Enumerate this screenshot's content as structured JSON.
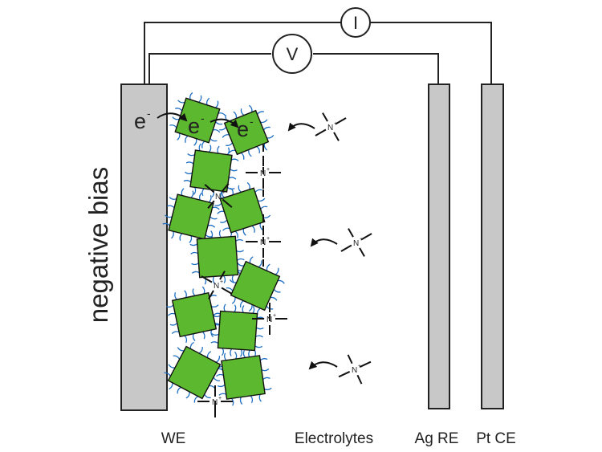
{
  "meters": {
    "current": "I",
    "voltage": "V"
  },
  "working_electrode": {
    "bias_label": "negative bias",
    "electron_label": "e",
    "electron_charge": "-"
  },
  "ion_label": {
    "symbol": "N",
    "charge": "+"
  },
  "labels": {
    "we": "WE",
    "electrolytes": "Electrolytes",
    "ag_re": "Ag RE",
    "pt_ce": "Pt CE"
  },
  "colors": {
    "nanocube": "#5cb82e",
    "ligand": "#1f6fc2",
    "electrode": "#c8c8c8",
    "wire": "#222222"
  }
}
